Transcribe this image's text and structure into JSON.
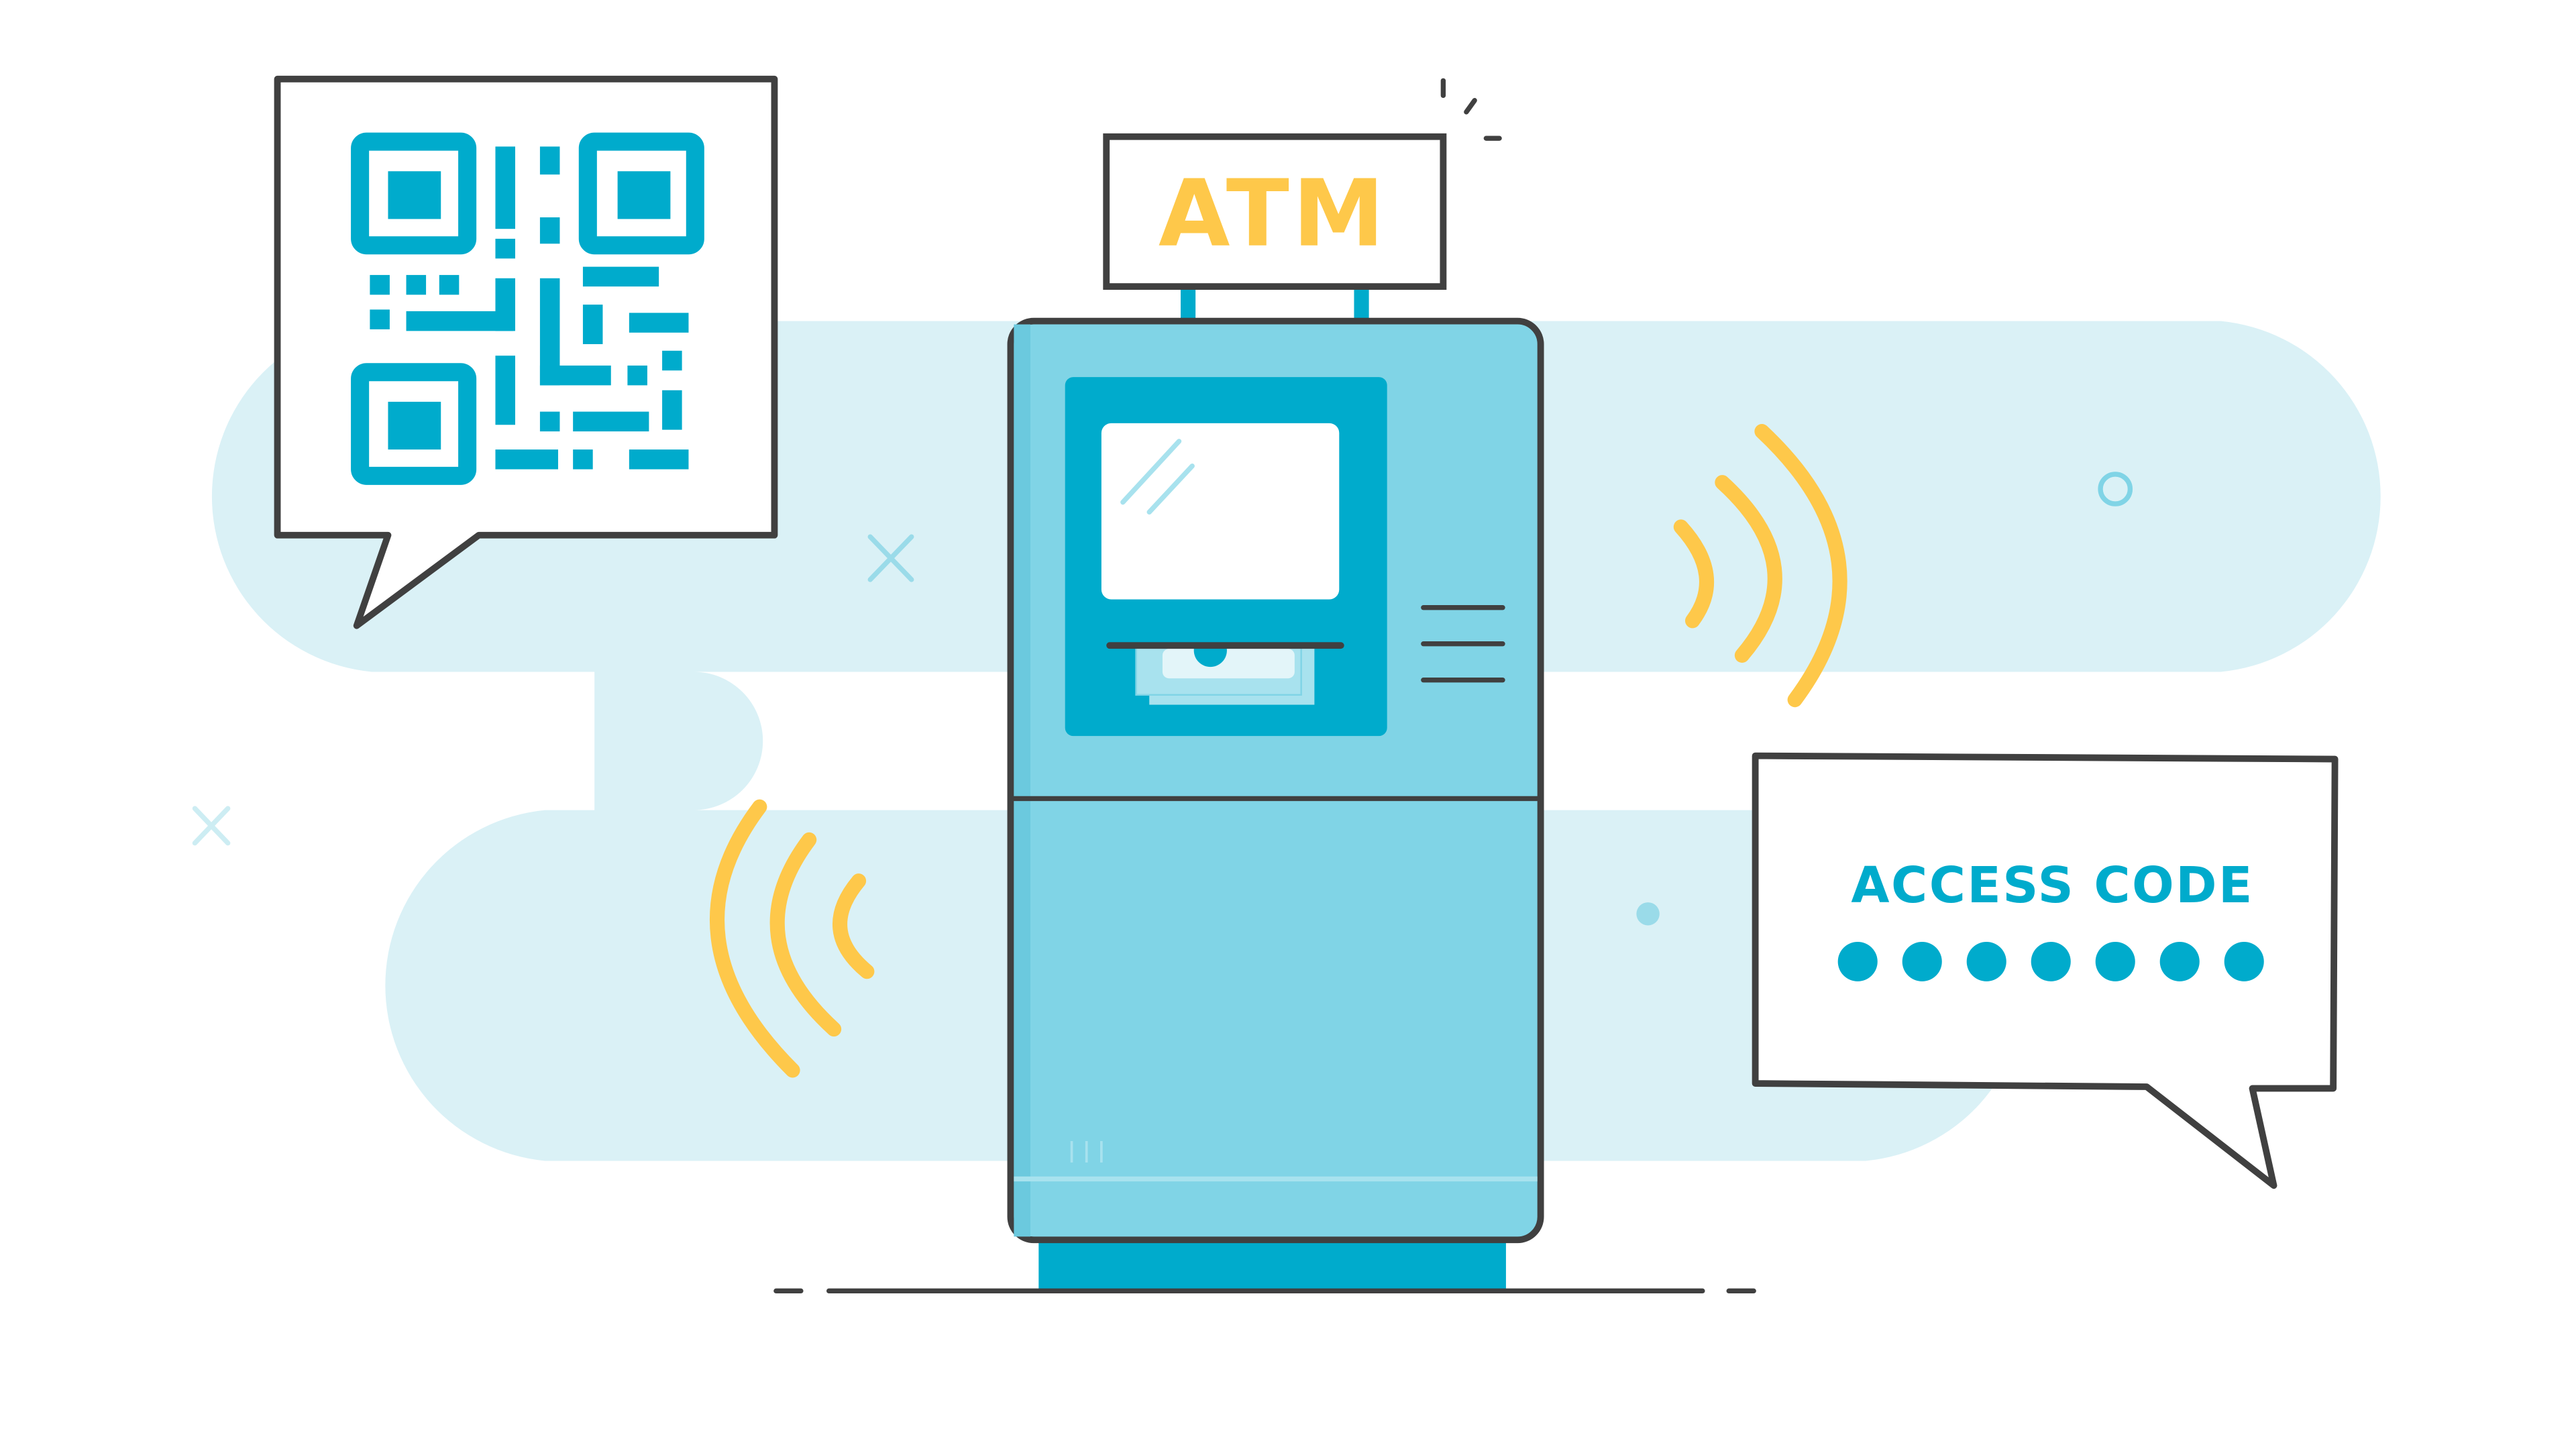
{
  "illustration": {
    "sign": {
      "label": "ATM"
    },
    "access_code_bubble": {
      "title": "ACCESS CODE",
      "dot_count": 7
    },
    "qr_bubble": {
      "content": "qr-code"
    },
    "decorations": [
      "signal-waves-left",
      "signal-waves-right",
      "sparkle-lines",
      "x-marks",
      "small-circles"
    ]
  },
  "colors": {
    "cloud": "#daf1f6",
    "atm_body": "#80d4e6",
    "atm_panel": "#00abcc",
    "outline": "#404040",
    "accent_yellow": "#fec84a",
    "qr_blue": "#00abcc",
    "white": "#ffffff"
  }
}
